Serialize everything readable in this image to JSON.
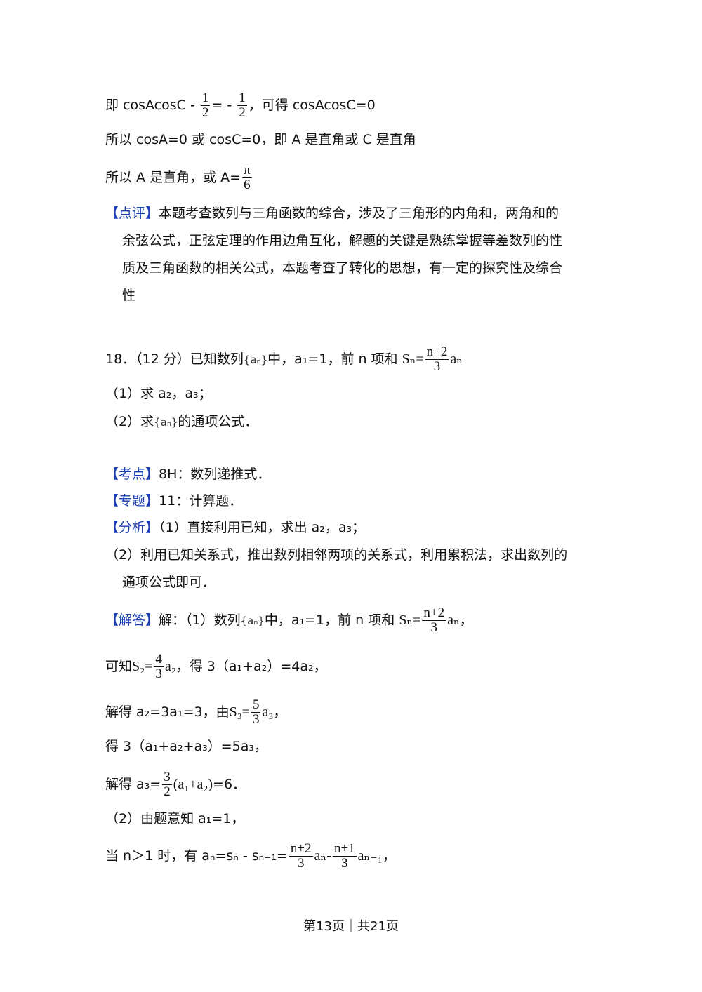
{
  "lines": {
    "l1a": "即 cosAcosC -",
    "l1b": "= -",
    "l1c": "，可得 cosAcosC=0",
    "half_num": "1",
    "half_den": "2",
    "l2": "所以 cosA=0 或 cosC=0，即 A 是直角或 C 是直角",
    "l3": "所以 A 是直角，或 A=",
    "pi": "π",
    "six": "6"
  },
  "comment": {
    "tag": "【点评】",
    "line1": "本题考查数列与三角函数的综合，涉及了三角形的内角和，两角和的",
    "line2": "余弦公式，正弦定理的作用边角互化，解题的关键是熟练掌握等差数列的性",
    "line3": "质及三角函数的相关公式，本题考查了转化的思想，有一定的探究性及综合",
    "line4": "性"
  },
  "problem": {
    "stem_a": "18．（12 分）已知数列",
    "stem_b": "中，a₁=1，前 n 项和",
    "seq": "{aₙ}",
    "Sn": "Sₙ=",
    "frac_num": "n+2",
    "frac_den": "3",
    "an": "aₙ",
    "q1": "（1）求 a₂，a₃；",
    "q2a": "（2）求",
    "q2b": "的通项公式．"
  },
  "analysis": {
    "kaodian_tag": "【考点】",
    "kaodian": "8H：数列递推式．",
    "zhuanti_tag": "【专题】",
    "zhuanti": "11：计算题．",
    "fenxi_tag": "【分析】",
    "fenxi1": "（1）直接利用已知，求出 a₂，a₃；",
    "fenxi2": "（2）利用已知关系式，推出数列相邻两项的关系式，利用累积法，求出数列的",
    "fenxi3": "通项公式即可．"
  },
  "solution": {
    "tag": "【解答】",
    "s1a": "解：（1）数列",
    "s1b": "中，a₁=1，前 n 项和",
    "s1end": "，",
    "s2a": "可知",
    "S2": "S₂=",
    "four": "4",
    "a2": "a₂",
    "s2b": "，得 3（a₁+a₂）=4a₂，",
    "s3a": "解得 a₂=3a₁=3，由",
    "S3": "S₃=",
    "five": "5",
    "a3": "a₃",
    "s3end": "，",
    "s4": "得 3（a₁+a₂+a₃）=5a₃，",
    "s5a": "解得 a₃=",
    "three_num": "3",
    "two_den": "2",
    "s5b": "(a₁+a₂)",
    "s5c": "=6．",
    "s6": "（2）由题意知 a₁=1，",
    "s7a": "当 n＞1 时，有 aₙ=sₙ - sₙ₋₁=",
    "s7_num2": "n+1",
    "an1": "aₙ₋₁",
    "minus": "-",
    "s7end": "，"
  },
  "footer": "第13页｜共21页"
}
